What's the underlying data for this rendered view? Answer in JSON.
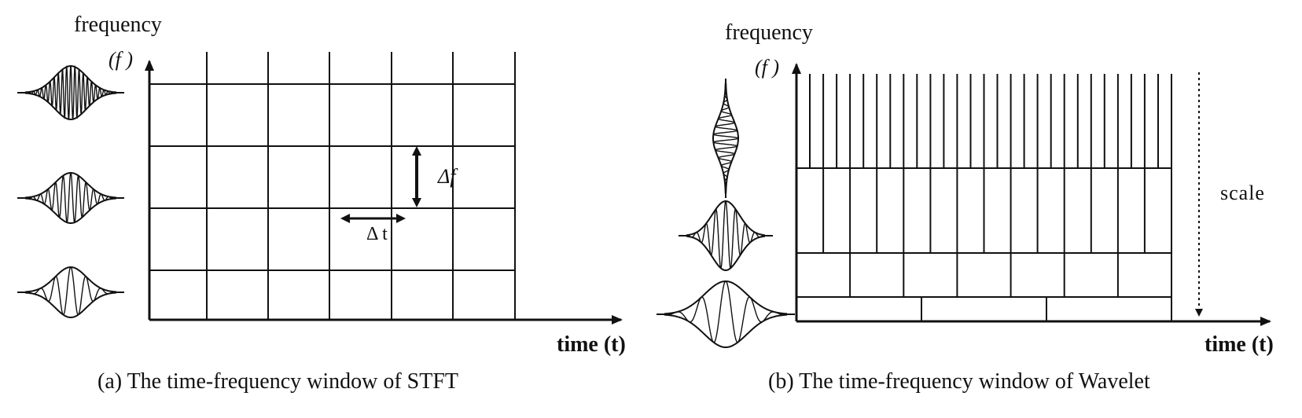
{
  "panels": [
    {
      "id": "stft",
      "y_axis_label": "frequency",
      "y_axis_symbol": "(f )",
      "x_axis_label": "time (t)",
      "delta_f": "Δf",
      "delta_t": "Δ t",
      "caption": "(a) The time-frequency window of STFT"
    },
    {
      "id": "wavelet",
      "y_axis_label": "frequency",
      "y_axis_symbol": "(f )",
      "x_axis_label": "time (t)",
      "scale_label": "scale",
      "caption": "(b) The time-frequency window of Wavelet"
    }
  ],
  "colors": {
    "stroke": "#111111",
    "background": "#ffffff"
  }
}
